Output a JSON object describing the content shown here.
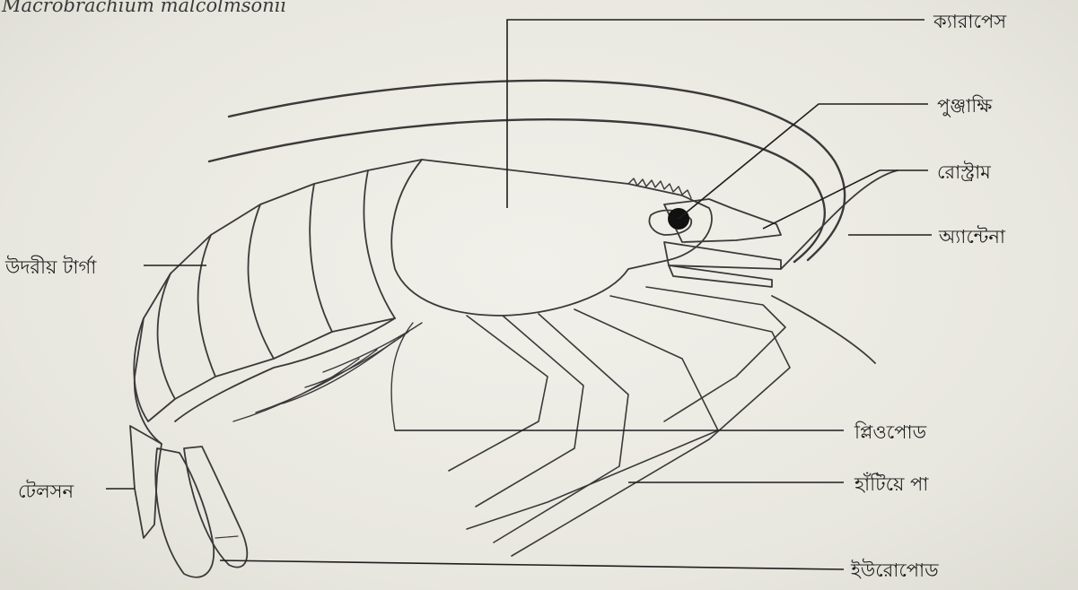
{
  "caption": "Macrobrachium malcolmsonii",
  "labels": {
    "carapace": "ক্যারাপেস",
    "compound_eye": "পুঞ্জাক্ষি",
    "rostrum": "রোস্ট্রাম",
    "antenna": "অ্যান্টেনা",
    "abdominal_terga": "উদরীয় টার্গা",
    "telson": "টেলসন",
    "pleopod": "প্লিওপোড",
    "walking_legs": "হাঁটিয়ে পা",
    "uropod": "ইউরোপোড"
  }
}
